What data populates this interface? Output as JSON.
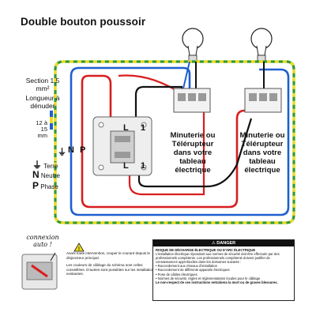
{
  "title": "Double bouton poussoir",
  "section_label": "Section 1,5 mm²",
  "strip_label": "Longueur à dénuder",
  "strip_scale": "12 à 15 mm",
  "switch_labels": [
    "L",
    "1",
    "L",
    "1"
  ],
  "timer_box_text": "Minuterie ou Télérupteur dans votre tableau électrique",
  "supply_labels": {
    "earth": "⏚",
    "neutral": "N",
    "phase": "P"
  },
  "legend": [
    {
      "symbol": "⏚",
      "text": "Terre"
    },
    {
      "symbol": "N",
      "text": "Neutre"
    },
    {
      "symbol": "P",
      "text": "Phase"
    }
  ],
  "connexion_text": "connexion auto !",
  "warning_small": [
    "Avant toute intervention, couper le courant depuis le disjoncteur principal.",
    "Les couleurs de câblage du schéma sont celles conseillées. D'autres sont possibles sur les installations existantes."
  ],
  "danger": {
    "header": "⚠ DANGER",
    "title": "RISQUE DE DÉCHARGE ÉLECTRIQUE OU D'ARC ÉLECTRIQUE",
    "lines": [
      "L'installation électrique répondant aux normes de sécurité doit être effectuée par des professionnels compétents. Les professionnels compétents doivent justifier de connaissances approfondies dans les domaines suivants :",
      "• Raccordement aux réseaux d'installation",
      "• Raccordement de différents appareils électriques",
      "• Pose de câbles électriques",
      "• Normes de sécurité, règles et réglementations locales pour le câblage"
    ],
    "footer": "Le non-respect de ces instructions entraînera la mort ou de graves blessures."
  },
  "colors": {
    "phase": "#d81e1e",
    "neutral": "#1f5fcf",
    "earth_green": "#2f9a34",
    "earth_yellow": "#f0dc1e",
    "return": "#111111"
  }
}
